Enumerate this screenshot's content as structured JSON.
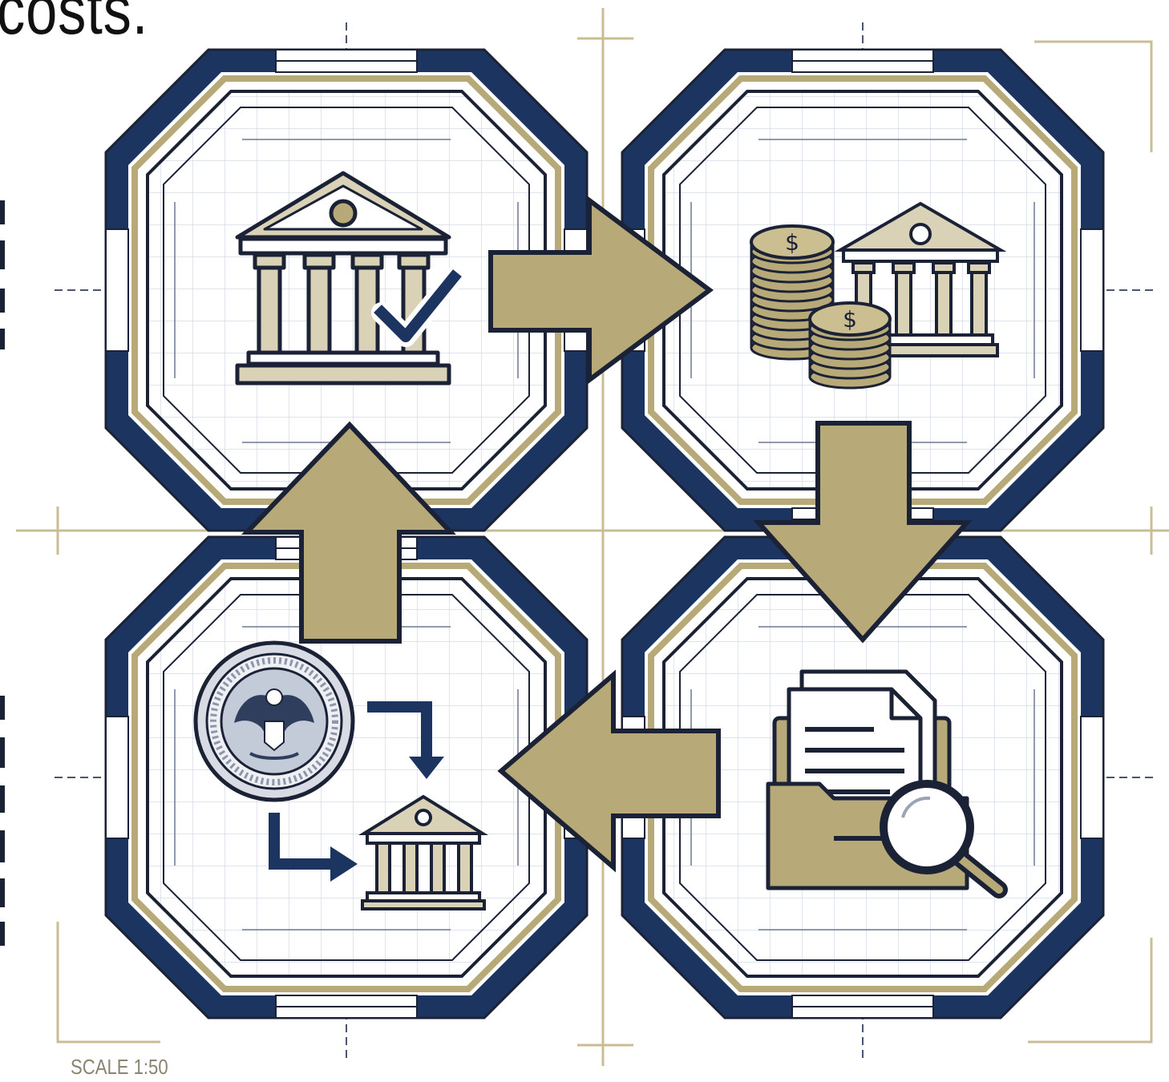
{
  "page": {
    "heading": "costs.",
    "scale_label": "SCALE 1:50"
  },
  "colors": {
    "navy": "#1c3560",
    "gold": "#b8aa78",
    "gold_dark": "#9c8d5b",
    "grid": "#c9d3e2",
    "guide": "#c8bd95",
    "ink": "#1b2236"
  },
  "nodes": [
    {
      "id": "top-left",
      "icon": "bank-building-checkmark-icon"
    },
    {
      "id": "top-right",
      "icon": "coins-and-bank-icon"
    },
    {
      "id": "bottom-right",
      "icon": "folder-document-magnifier-icon"
    },
    {
      "id": "bottom-left",
      "icon": "seal-to-bank-icon"
    }
  ],
  "flow": [
    "top-left",
    "top-right",
    "bottom-right",
    "bottom-left",
    "top-left"
  ]
}
